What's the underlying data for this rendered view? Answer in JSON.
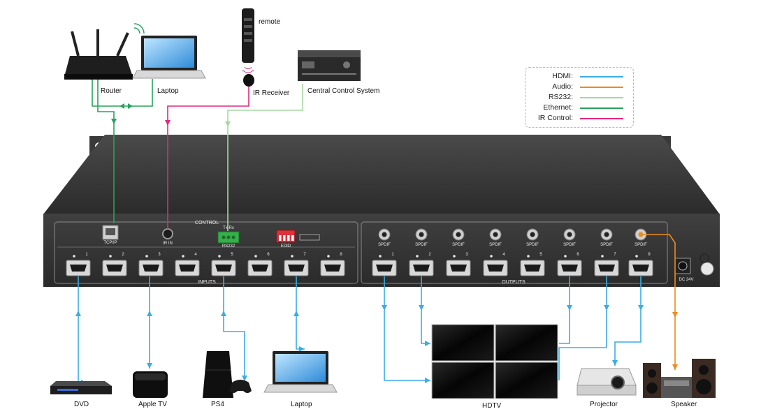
{
  "legend": {
    "items": [
      {
        "label": "HDMI:",
        "color": "#39ade6"
      },
      {
        "label": "Audio:",
        "color": "#f08a1c"
      },
      {
        "label": "RS232:",
        "color": "#a6d8a0"
      },
      {
        "label": "Ethernet:",
        "color": "#27a35a"
      },
      {
        "label": "IR Control:",
        "color": "#e0287f"
      }
    ]
  },
  "devices": {
    "router": "Router",
    "laptop_top": "Laptop",
    "remote": "remote",
    "ir_receiver": "IR Receiver",
    "central_control": "Central Control System",
    "dvd": "DVD",
    "apple_tv": "Apple TV",
    "ps4": "PS4",
    "laptop_bottom": "Laptop",
    "hdtv": "HDTV",
    "projector": "Projector",
    "speaker": "Speaker"
  },
  "panel": {
    "control": "CONTROL",
    "tcpip": "TCP/IP",
    "ir_in": "IR IN",
    "rs232": "RS232",
    "txrx": "Tx  Rx",
    "edid": "EDID",
    "inputs": "INPUTS",
    "outputs": "OUTPUTS",
    "spdif": "SPDIF",
    "dc": "DC 24V",
    "port_numbers": [
      "1",
      "2",
      "3",
      "4",
      "5",
      "6",
      "7",
      "8"
    ]
  },
  "colors": {
    "hdmi": "#39ade6",
    "audio": "#f08a1c",
    "rs232": "#a6d8a0",
    "ethernet": "#27a35a",
    "ir": "#e0287f",
    "chassis": "#3a3a3a"
  }
}
